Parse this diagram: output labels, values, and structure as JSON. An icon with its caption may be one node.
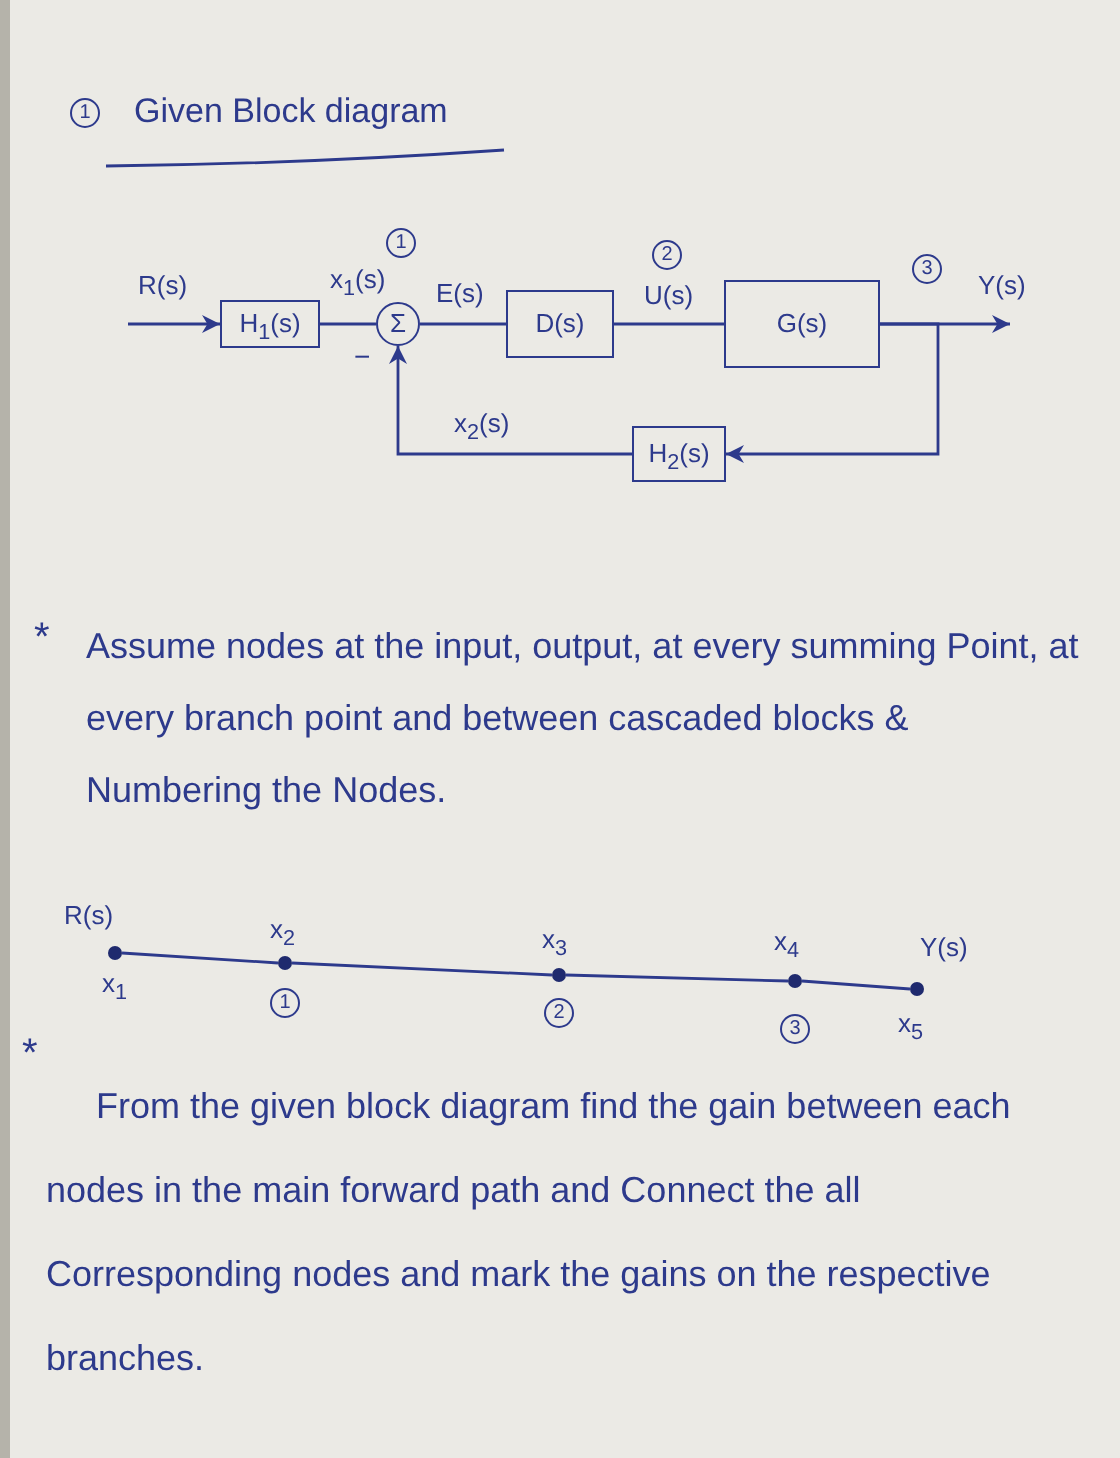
{
  "diagram": {
    "title": "Given Block diagram",
    "nodes": [
      {
        "text": [
          "H$_{1}$(s)"
        ]
      },
      {
        "text": [
          "Σ"
        ],
        "beside": [
          "−"
        ]
      },
      {
        "text": [
          "D(s)"
        ]
      },
      {
        "text": [
          "G(s)"
        ]
      },
      {
        "text": [
          "H$_{2}$(s)"
        ]
      },
      {
        "text": [],
        "shape": "circle",
        "beside": [
          "R(s)",
          "x$_{1}$"
        ]
      },
      {
        "text": [],
        "shape": "circle",
        "beside": [
          "x$_{2}$",
          "1"
        ]
      },
      {
        "text": [],
        "shape": "circle",
        "beside": [
          "x$_{3}$",
          "2"
        ]
      },
      {
        "text": [],
        "shape": "circle",
        "beside": [
          "x$_{4}$",
          "3"
        ]
      },
      {
        "text": [],
        "shape": "circle",
        "beside": [
          "Y(s)",
          "x$_{5}$"
        ]
      }
    ],
    "edges": [
      {
        "from": null,
        "to": 0,
        "arrow": "to",
        "label": "R(s)"
      },
      {
        "from": 0,
        "to": 1,
        "arrow": "none",
        "label": "x$_{1}$(s)"
      },
      {
        "from": 1,
        "to": 2,
        "arrow": "none",
        "label": "E(s)"
      },
      {
        "from": 2,
        "to": 3,
        "arrow": "none",
        "label": "U(s)"
      },
      {
        "from": 3,
        "to": null,
        "arrow": "to",
        "label": "Y(s)"
      },
      {
        "from": 3,
        "to": 4,
        "arrow": "to"
      },
      {
        "from": 4,
        "to": 1,
        "arrow": "to",
        "label": "x$_{2}$(s)"
      },
      {
        "from": 5,
        "to": 6,
        "arrow": "none"
      },
      {
        "from": 6,
        "to": 7,
        "arrow": "none"
      },
      {
        "from": 7,
        "to": 8,
        "arrow": "none"
      },
      {
        "from": 8,
        "to": 9,
        "arrow": "none"
      }
    ],
    "labels": [
      "1",
      "1",
      "2",
      "3",
      "*",
      "Assume nodes at the input, output, at every summing Point, at every branch point and between cascaded blocks & Numbering the Nodes.",
      "*",
      "From the given block diagram find the gain between each nodes in the main forward path and Connect the all Corresponding nodes and mark the gains on the respective branches."
    ]
  }
}
